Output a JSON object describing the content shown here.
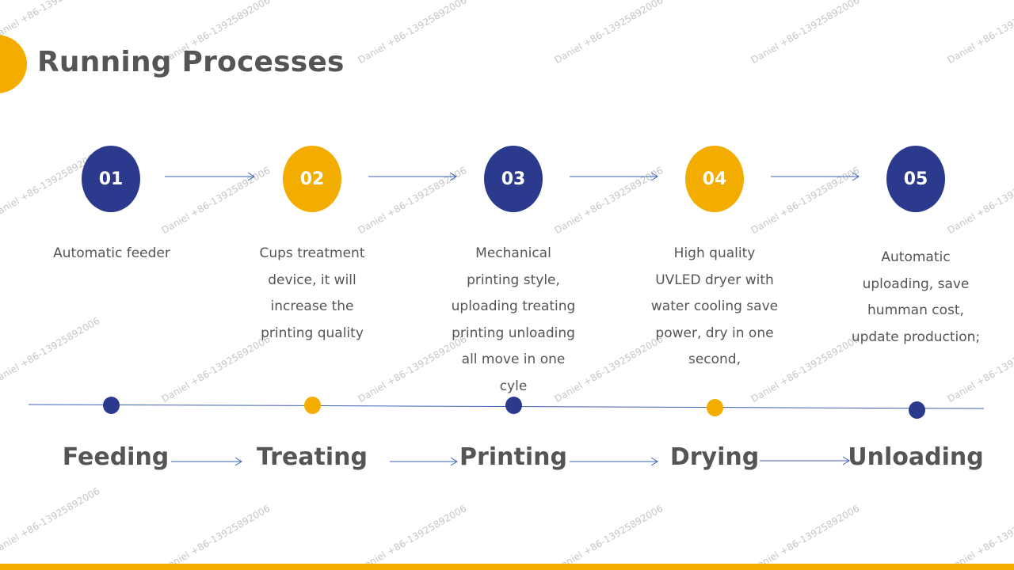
{
  "title": "Running Processes",
  "colors": {
    "accent": "#F3AC00",
    "primary": "#2B3A8C",
    "text": "#555555",
    "arrow": "#3F62B5"
  },
  "steps": [
    {
      "number": "01",
      "color": "blue",
      "description": "Automatic feeder"
    },
    {
      "number": "02",
      "color": "gold",
      "description": "Cups treatment device, it will increase the printing quality"
    },
    {
      "number": "03",
      "color": "blue",
      "description": "Mechanical printing style, uploading treating printing unloading all move in one cyle"
    },
    {
      "number": "04",
      "color": "gold",
      "description": "High quality UVLED dryer with water cooling save power, dry in one second,"
    },
    {
      "number": "05",
      "color": "blue",
      "description": "Automatic uploading, save humman cost, update production;"
    }
  ],
  "stages": [
    "Feeding",
    "Treating",
    "Printing",
    "Drying",
    "Unloading"
  ],
  "watermark": "Daniel +86-13925892006"
}
